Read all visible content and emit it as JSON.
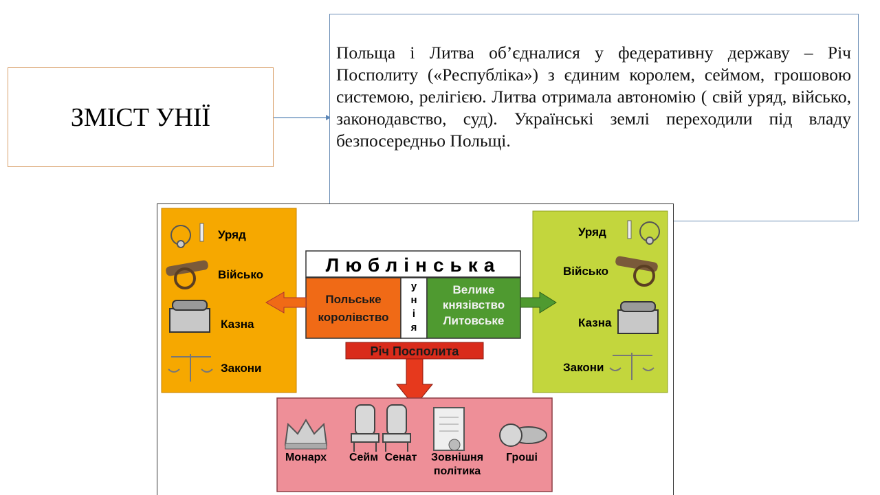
{
  "slide": {
    "heading": "ЗМІСТ УНІЇ",
    "description": "Польща і Литва об’єдналися у федеративну державу – Річ Посполиту («Республіка») з єдиним королем, сеймом, грошовою системою, релігією. Литва отримала автономію ( свій уряд, військо, законодавство, суд). Українські землі переходили під владу безпосередньо Польщі."
  },
  "diagram": {
    "left_panel": {
      "items": [
        {
          "label": "Уряд",
          "icon": "necklace-icon"
        },
        {
          "label": "Військо",
          "icon": "cannon-icon"
        },
        {
          "label": "Казна",
          "icon": "chest-icon"
        },
        {
          "label": "Закони",
          "icon": "scales-icon"
        }
      ]
    },
    "right_panel": {
      "items": [
        {
          "label": "Уряд",
          "icon": "necklace-icon"
        },
        {
          "label": "Військо",
          "icon": "cannon-icon"
        },
        {
          "label": "Казна",
          "icon": "chest-icon"
        },
        {
          "label": "Закони",
          "icon": "scales-icon"
        }
      ]
    },
    "union_title": "Люблінська",
    "union_word": [
      "у",
      "н",
      "і",
      "я"
    ],
    "poland": [
      "Польське",
      "королівство"
    ],
    "lithuania": [
      "Велике",
      "князівство",
      "Литовське"
    ],
    "rzeczpospolita": "Річ Посполита",
    "common": [
      {
        "label": "Монарх",
        "icon": "crown-icon"
      },
      {
        "label": "Сейм",
        "icon": "throne-icon"
      },
      {
        "label": "Сенат",
        "icon": "throne-icon"
      },
      {
        "label": "Зовнішня",
        "label2": "політика",
        "icon": "scroll-icon"
      },
      {
        "label": "Гроші",
        "icon": "coins-icon"
      }
    ],
    "colors": {
      "left_panel": "#f6a800",
      "right_panel": "#c3d63d",
      "poland": "#f06a16",
      "lithuania": "#4f9a30",
      "rzeczpospolita": "#d92b1b",
      "bottom_panel": "#ee8f98"
    }
  }
}
